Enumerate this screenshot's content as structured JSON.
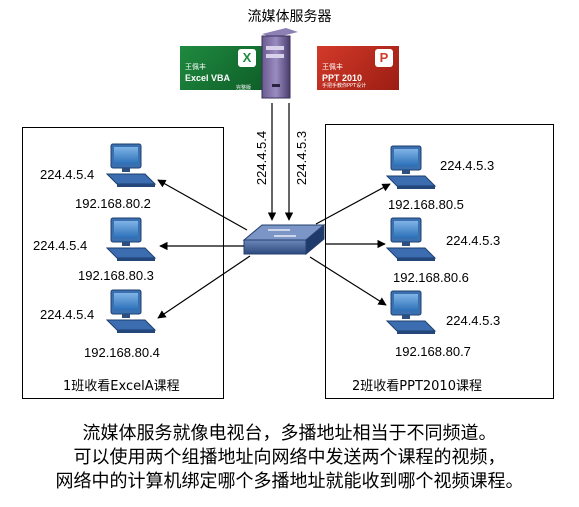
{
  "server": {
    "title": "流媒体服务器"
  },
  "courses": {
    "excel": {
      "line1": "王佩丰",
      "line2": "Excel VBA",
      "line3": "完整版",
      "mark": "X"
    },
    "ppt": {
      "line1": "王佩丰",
      "line2": "PPT 2010",
      "line3": "手把手教你PPT设计",
      "mark": "P"
    }
  },
  "streams": {
    "left": "224.4.5.4",
    "right": "224.4.5.3"
  },
  "left_group": {
    "caption": "1班收看ExcelA课程",
    "hosts": [
      {
        "multicast": "224.4.5.4",
        "ip": "192.168.80.2"
      },
      {
        "multicast": "224.4.5.4",
        "ip": "192.168.80.3"
      },
      {
        "multicast": "224.4.5.4",
        "ip": "192.168.80.4"
      }
    ]
  },
  "right_group": {
    "caption": "2班收看PPT2010课程",
    "hosts": [
      {
        "multicast": "224.4.5.3",
        "ip": "192.168.80.5"
      },
      {
        "multicast": "224.4.5.3",
        "ip": "192.168.80.6"
      },
      {
        "multicast": "224.4.5.3",
        "ip": "192.168.80.7"
      }
    ]
  },
  "explanation": [
    "流媒体服务就像电视台，多播地址相当于不同频道。",
    "可以使用两个组播地址向网络中发送两个课程的视频，",
    "网络中的计算机绑定哪个多播地址就能收到哪个视频课程。"
  ]
}
